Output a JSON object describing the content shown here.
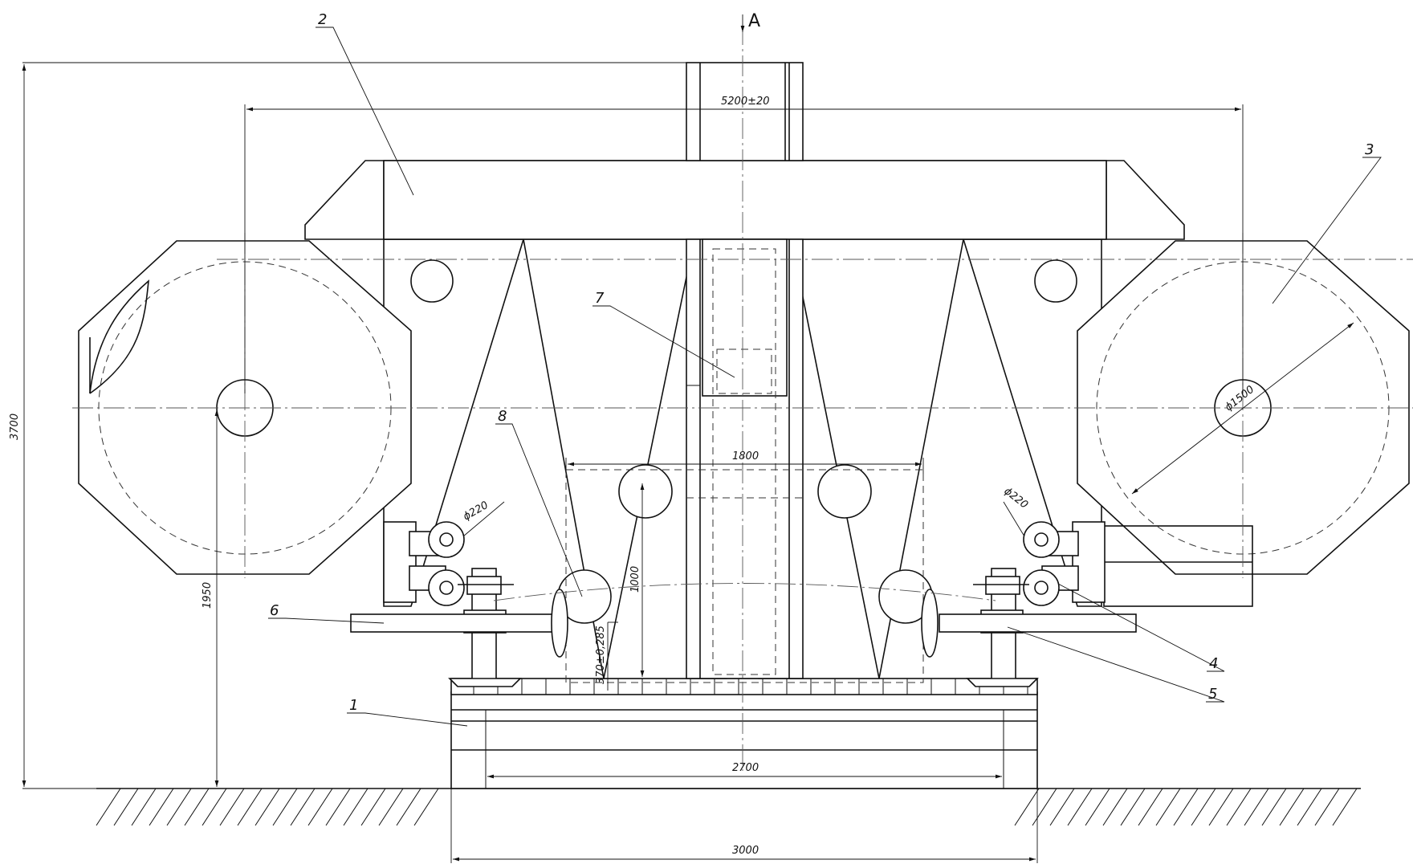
{
  "view_marker": "A",
  "dimensions": {
    "overall_height": "3700",
    "wheel_centers": "5200±20",
    "wheel_diameter": "ϕ1500",
    "axle_height": "1950",
    "column_spacing": "1800",
    "column_height": "1000",
    "guide_offset": "370±0,285",
    "roller_left": "ϕ220",
    "roller_right": "ϕ220",
    "rail_gauge": "2700",
    "base_width": "3000"
  },
  "callouts": [
    "1",
    "2",
    "3",
    "4",
    "5",
    "6",
    "7",
    "8"
  ]
}
